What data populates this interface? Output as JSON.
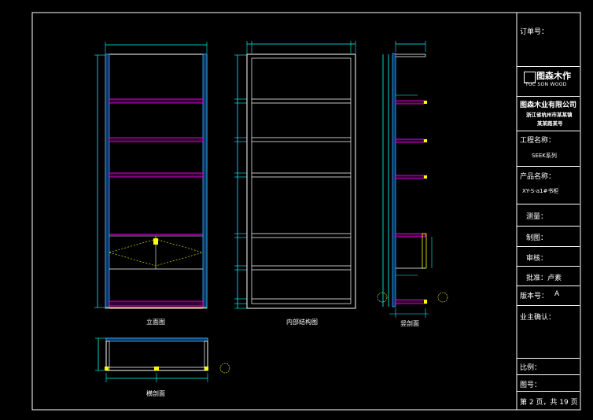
{
  "drawing": {
    "views": {
      "front": "立面图",
      "internal": "内部结构图",
      "side": "竖剖面",
      "top": "横剖面"
    }
  },
  "title_block": {
    "order_no_label": "订单号：",
    "logo_cn": "图森木作",
    "logo_en": "TUC SON WOOD",
    "company": "图森木业有限公司",
    "address_line1": "浙江省杭州市某某镇",
    "address_line2": "某某路某号",
    "project_label": "工程名称：",
    "project_value": "SEEK系列",
    "product_label": "产品名称：",
    "product_value": "XY-S-a1#书柜",
    "measure_label": "测量：",
    "draw_label": "制图：",
    "review_label": "审核：",
    "approve_label": "批准：卢素",
    "version_label": "版本号：",
    "version_value": "A",
    "owner_confirm_label": "业主确认：",
    "scale_label": "比例：",
    "drawing_no_label": "图号：",
    "page_label": "第 2 页，共 19 页"
  },
  "colors": {
    "background": "#000000",
    "frame": "#ffffff",
    "dimension": "#00ffff",
    "shelf": "#ff00ff",
    "panel": "#00aaff",
    "accent": "#ffff00",
    "base": "#ffaa00"
  }
}
